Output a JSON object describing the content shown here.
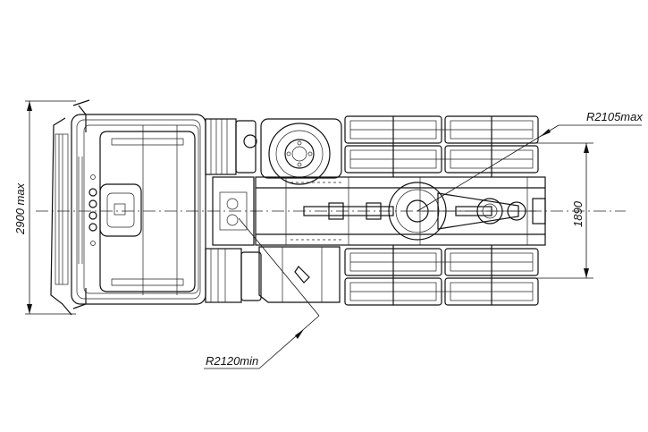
{
  "dimensions": {
    "overall_width": "2900 max",
    "track": "1890",
    "outer_turn_radius": "R2105max",
    "inner_turn_radius": "R2120min"
  },
  "colors": {
    "line": "#111111",
    "background": "#ffffff"
  }
}
